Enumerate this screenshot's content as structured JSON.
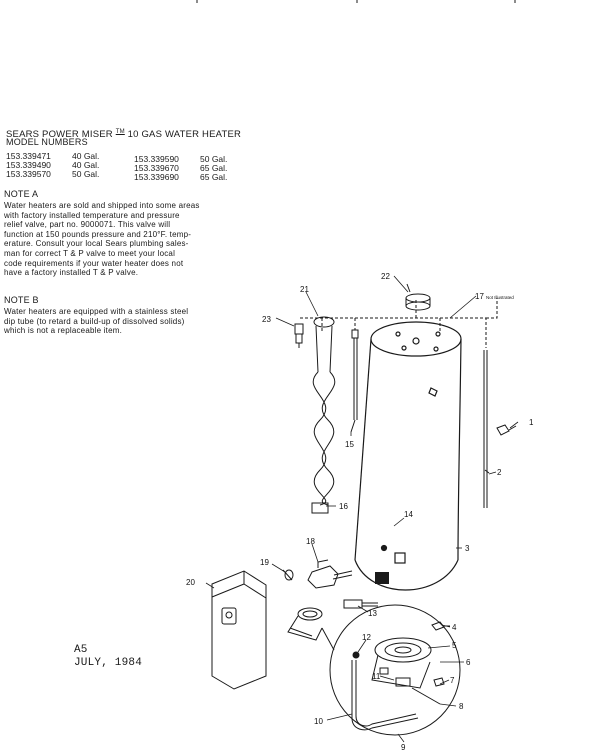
{
  "header": {
    "title_prefix": "SEARS POWER MISER",
    "title_tm": "TM",
    "title_suffix": "10 GAS WATER HEATER",
    "subtitle": "MODEL NUMBERS"
  },
  "models": [
    {
      "number": "153.339471",
      "size": "40 Gal."
    },
    {
      "number": "153.339490",
      "size": "40 Gal."
    },
    {
      "number": "153.339570",
      "size": "50 Gal."
    },
    {
      "number": "153.339590",
      "size": "50 Gal."
    },
    {
      "number": "153.339670",
      "size": "65 Gal."
    },
    {
      "number": "153.339690",
      "size": "65 Gal."
    }
  ],
  "note_a": {
    "heading": "NOTE A",
    "lines": [
      "Water heaters are sold and shipped into some areas",
      "with factory installed temperature and pressure",
      "relief valve, part no. 9000071. This valve will",
      "function at 150 pounds pressure and 210°F. temp-",
      "erature. Consult your local Sears plumbing sales-",
      "man for correct T & P valve to meet your local",
      "code requirements if your water heater does not",
      "have a factory installed T & P valve."
    ]
  },
  "note_b": {
    "heading": "NOTE B",
    "lines": [
      "Water heaters are equipped with a stainless steel",
      "dip tube (to retard a build-up of dissolved solids)",
      "which is not a replaceable item."
    ]
  },
  "footer": {
    "code": "A5",
    "date": "JULY, 1984"
  },
  "callouts": {
    "c1": "1",
    "c2": "2",
    "c3": "3",
    "c4": "4",
    "c5": "5",
    "c6": "6",
    "c7": "7",
    "c8": "8",
    "c9": "9",
    "c10": "10",
    "c11": "11",
    "c12": "12",
    "c13": "13",
    "c14": "14",
    "c15": "15",
    "c16": "16",
    "c17": "17",
    "c17_note": "Not Illustrated",
    "c18": "18",
    "c19": "19",
    "c20": "20",
    "c21": "21",
    "c22": "22",
    "c23": "23"
  }
}
